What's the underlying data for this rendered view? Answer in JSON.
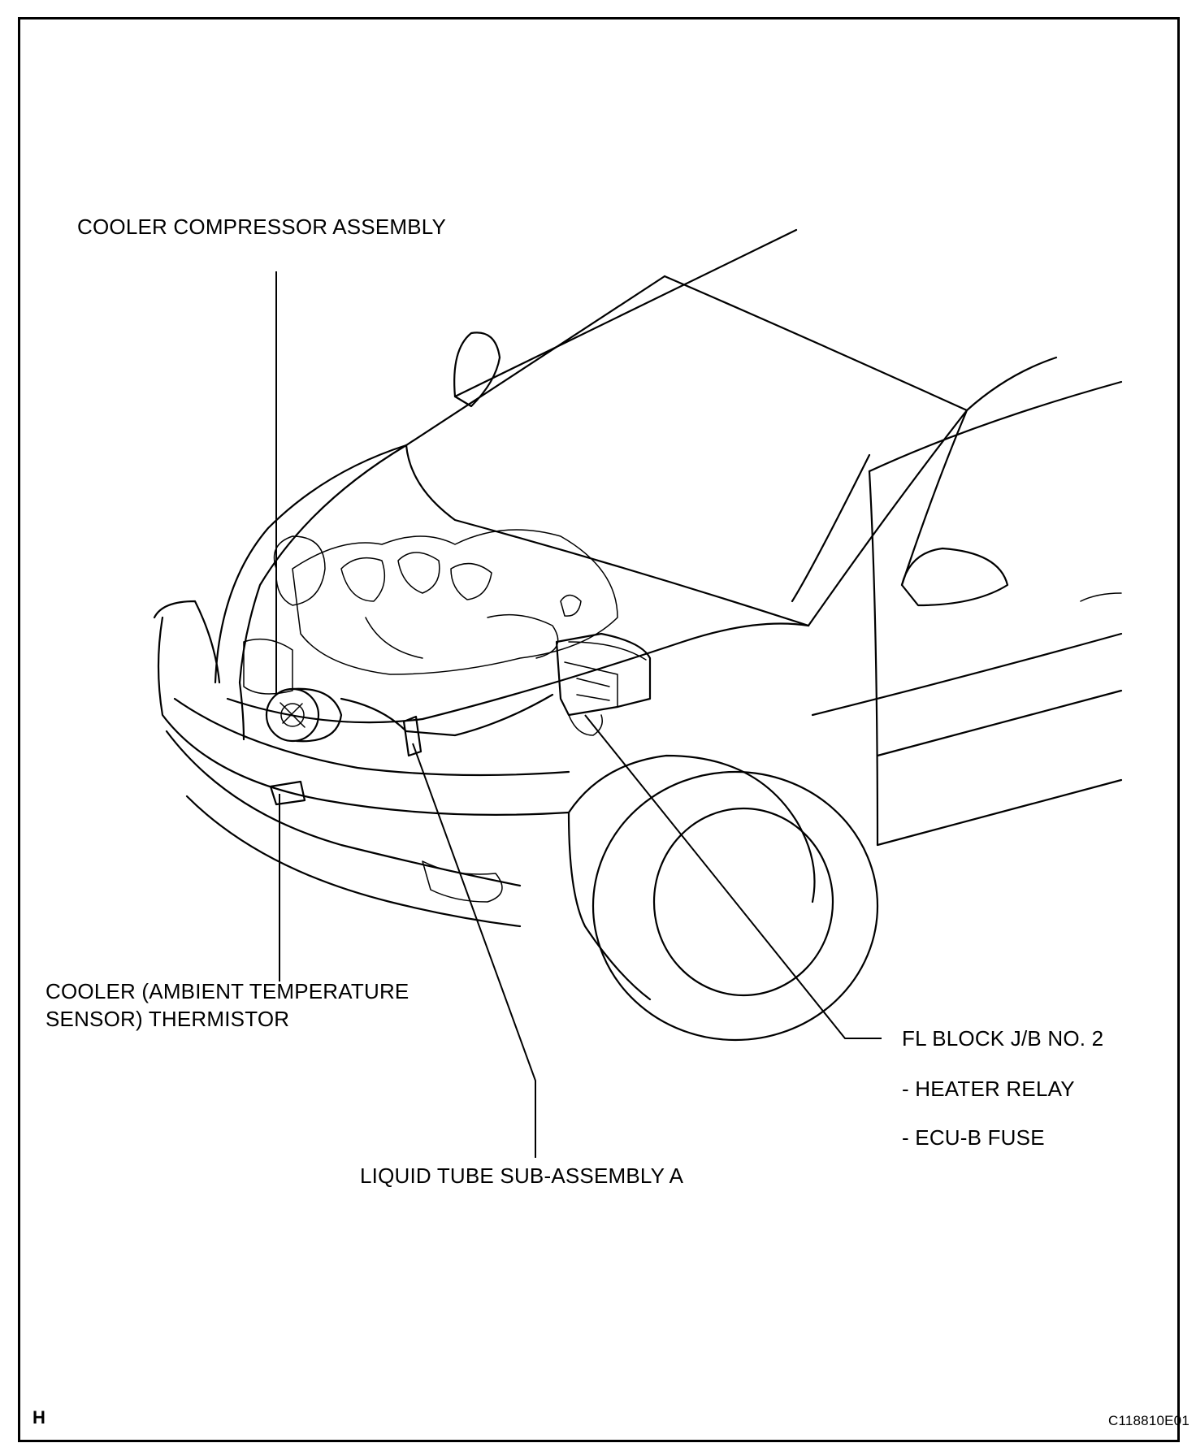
{
  "labels": {
    "compressor": "COOLER COMPRESSOR ASSEMBLY",
    "thermistor_line1": "COOLER (AMBIENT TEMPERATURE",
    "thermistor_line2": "SENSOR) THERMISTOR",
    "liquid_tube": "LIQUID TUBE SUB-ASSEMBLY A",
    "fl_block": "FL BLOCK J/B NO. 2",
    "heater_relay": "- HEATER RELAY",
    "ecu_b_fuse": "- ECU-B FUSE"
  },
  "corner_letter": "H",
  "figure_code": "C118810E01"
}
